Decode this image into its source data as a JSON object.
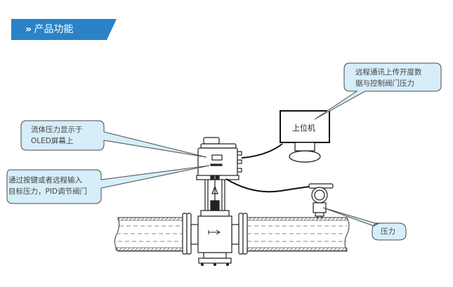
{
  "header": {
    "chevron": "»",
    "title": "产品功能",
    "color": "#2a83c6"
  },
  "callouts": {
    "remote": {
      "lines": [
        "远程通讯上传开度数",
        "据与控制阀门压力"
      ]
    },
    "oled": {
      "lines": [
        "流体压力显示于",
        "OLED屏幕上"
      ]
    },
    "input": {
      "lines": [
        "通过按键或者远程输入",
        "目标压力，PID调节阀门"
      ]
    },
    "pressure": {
      "lines": [
        "压力"
      ]
    }
  },
  "monitor": {
    "label": "上位机"
  },
  "colors": {
    "callout_fill": "#d5eef9",
    "callout_stroke": "#4a4a4a",
    "line": "#111111"
  }
}
